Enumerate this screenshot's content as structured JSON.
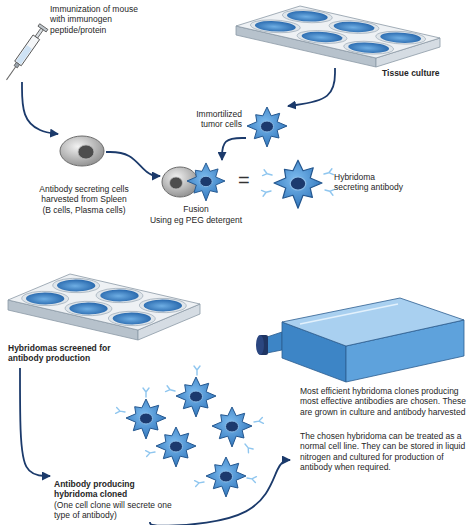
{
  "diagram": {
    "nodes": [
      {
        "text": [
          "Immunization of mouse with immunogen peptide/protein"
        ]
      },
      {
        "text": [
          "Tissue culture"
        ]
      },
      {
        "text": [
          "Immortilized tumor cells"
        ]
      },
      {
        "text": [
          "Antibody secreting cells harvested from Spleen (B cells, Plasma cells)"
        ]
      },
      {
        "text": [
          "Fusion",
          "Using eg PEG detergent"
        ]
      },
      {
        "text": [
          "Hybridoma secreting antibody"
        ]
      },
      {
        "text": [
          "Hybridomas screened for antibody production"
        ]
      },
      {
        "text": [
          "Antibody producing hybridoma cloned",
          "(One cell clone will secrete one type of antibody)"
        ]
      },
      {
        "text": [
          "Most efficient hybridoma clones producing most effective antibodies are chosen. These are grown in culture and antibody harvested",
          "The chosen hybridoma can be treated as a normal cell line. They can be stored in liquid nitrogen and cultured for production of antibody when required."
        ]
      }
    ],
    "edges": [
      {
        "from": 0,
        "to": 3,
        "arrow": "to"
      },
      {
        "from": 1,
        "to": 2,
        "arrow": "to"
      },
      {
        "from": 3,
        "to": 4,
        "arrow": "to"
      },
      {
        "from": 2,
        "to": 4,
        "arrow": "to"
      },
      {
        "from": 6,
        "to": 7,
        "arrow": "to"
      },
      {
        "from": 7,
        "to": 8,
        "arrow": "to"
      }
    ],
    "labels": [
      "="
    ]
  }
}
